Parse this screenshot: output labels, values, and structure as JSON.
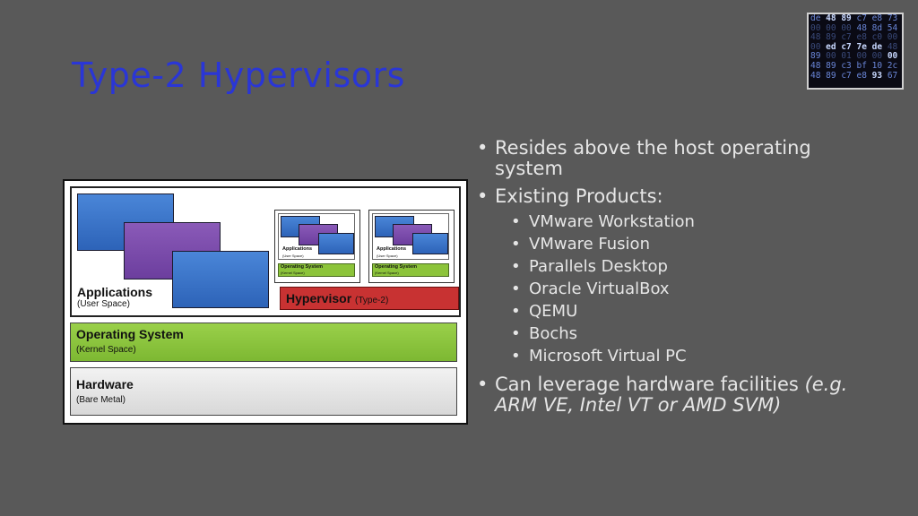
{
  "slide": {
    "title": "Type-2 Hypervisors"
  },
  "logo": {
    "rows": [
      "de 48 89 c7 e8 73",
      "00 00 00 48 8d 54",
      "48 89 c7 e8 c0 00",
      "00 ed c7 7e de 48",
      "89 00 01 00 00 00",
      "48 89 c3 bf 10 2c",
      "48 89 c7 e8 93 67"
    ]
  },
  "diagram": {
    "applications": "Applications",
    "user_space": "(User Space)",
    "vm_applications": "Applications",
    "vm_user_space": "(User Space)",
    "vm_os": "Operating System",
    "vm_kernel": "(Kernel Space)",
    "hypervisor": "Hypervisor",
    "hypervisor_type": "(Type-2)",
    "os": "Operating System",
    "kernel_space": "(Kernel Space)",
    "hardware": "Hardware",
    "bare_metal": "(Bare Metal)"
  },
  "bullets": {
    "resides": "Resides above the host operating system",
    "existing": "Existing Products:",
    "products": [
      "VMware Workstation",
      "VMware Fusion",
      "Parallels Desktop",
      "Oracle VirtualBox",
      "QEMU",
      "Bochs",
      "Microsoft Virtual PC"
    ],
    "leverage": "Can leverage hardware facilities",
    "leverage_examples": "(e.g. ARM VE, Intel VT or AMD SVM)"
  },
  "colors": {
    "title": "#2a36d6",
    "background": "#595959",
    "app_blue": "#2d63b8",
    "app_purple": "#6c3e9e",
    "os_green": "#7db832",
    "hypervisor_red": "#c83232"
  }
}
